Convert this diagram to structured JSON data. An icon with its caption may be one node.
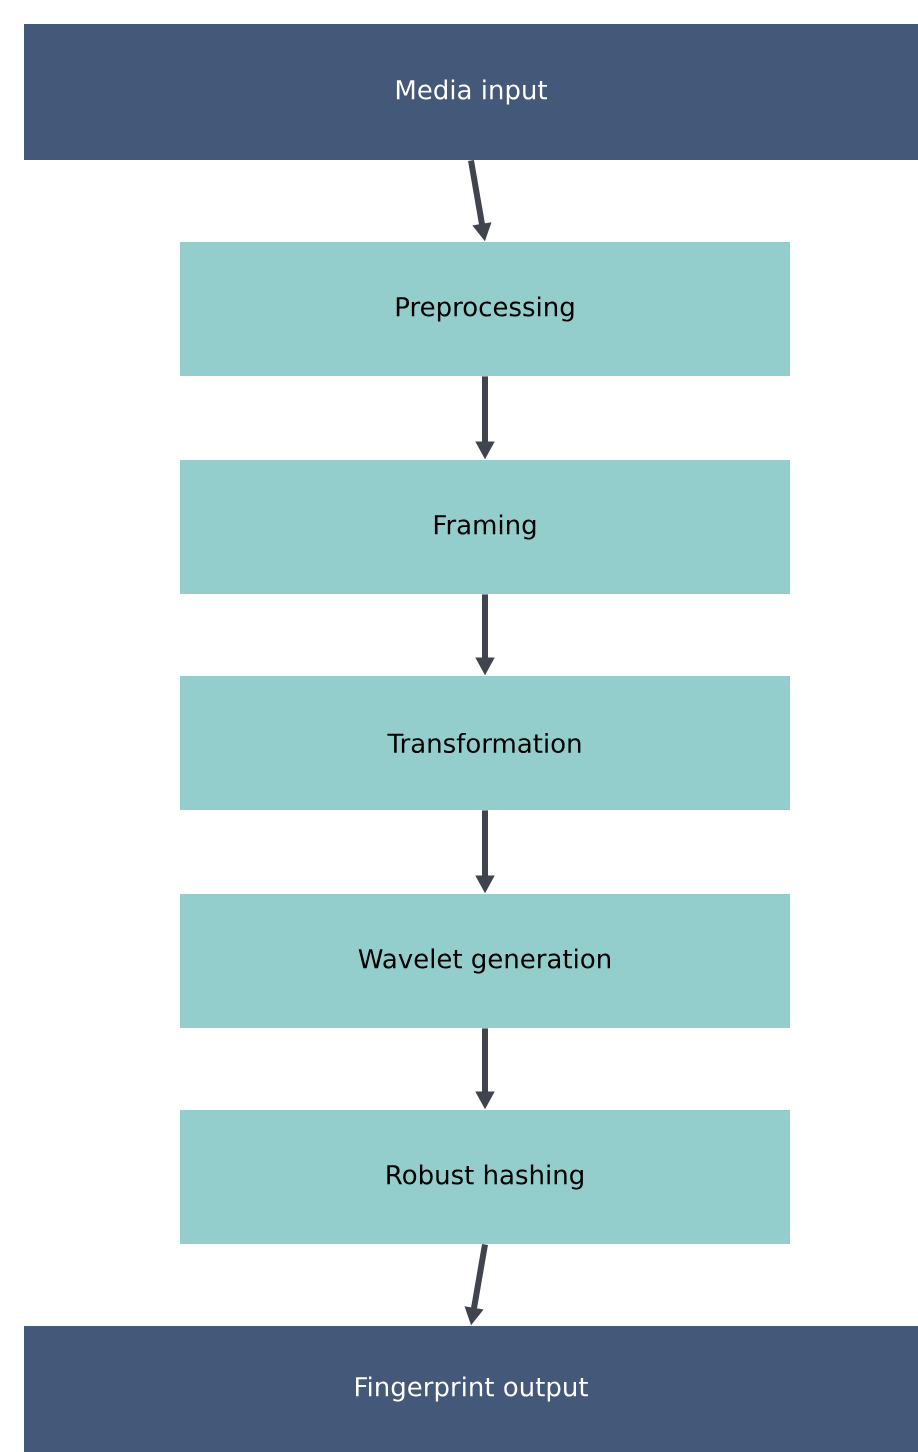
{
  "diagram": {
    "nodes": [
      {
        "text": [
          "Media input"
        ]
      },
      {
        "text": [
          "Preprocessing"
        ]
      },
      {
        "text": [
          "Framing"
        ]
      },
      {
        "text": [
          "Transformation"
        ]
      },
      {
        "text": [
          "Wavelet generation"
        ]
      },
      {
        "text": [
          "Robust hashing"
        ]
      },
      {
        "text": [
          "Fingerprint output"
        ]
      }
    ],
    "edges": [
      {
        "from": 0,
        "to": 1,
        "arrow": "to"
      },
      {
        "from": 1,
        "to": 2,
        "arrow": "to"
      },
      {
        "from": 2,
        "to": 3,
        "arrow": "to"
      },
      {
        "from": 3,
        "to": 4,
        "arrow": "to"
      },
      {
        "from": 4,
        "to": 5,
        "arrow": "to"
      },
      {
        "from": 5,
        "to": 6,
        "arrow": "to"
      }
    ]
  }
}
